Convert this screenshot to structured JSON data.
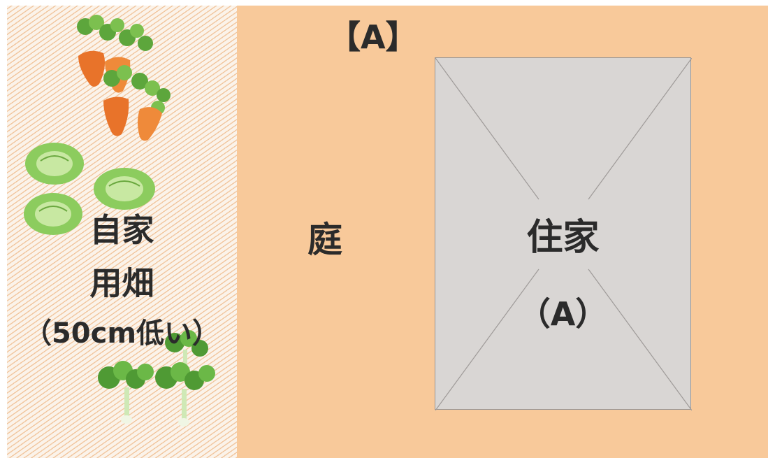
{
  "title": "【A】",
  "garden": {
    "line1": "自家",
    "line2": "用畑",
    "line3": "（50cm低い）"
  },
  "yard": {
    "label": "庭"
  },
  "house": {
    "name": "住家",
    "code": "（A）"
  },
  "colors": {
    "yard": "#f8c99a",
    "house": "#d9d6d4",
    "garden_hatch": "#e9a060"
  },
  "icons": [
    "carrot-icon",
    "cabbage-icon",
    "leafy-vegetable-icon"
  ]
}
